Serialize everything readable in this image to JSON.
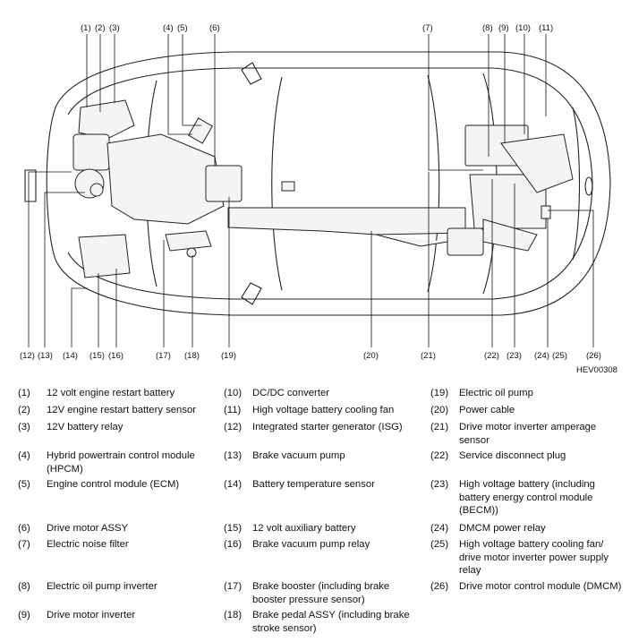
{
  "figure_code": "HEV00308",
  "callouts_top": [
    "(1)",
    "(2)",
    "(3)",
    "(4)",
    "(5)",
    "(6)",
    "(7)",
    "(8)",
    "(9)",
    "(10)",
    "(11)"
  ],
  "callouts_bottom": [
    "(12)",
    "(13)",
    "(14)",
    "(15)",
    "(16)",
    "(17)",
    "(18)",
    "(19)",
    "(20)",
    "(21)",
    "(22)",
    "(23)",
    "(24)",
    "(25)",
    "(26)"
  ],
  "legend": [
    {
      "num": "(1)",
      "text": "12 volt engine restart battery"
    },
    {
      "num": "(2)",
      "text": "12V engine restart battery sensor"
    },
    {
      "num": "(3)",
      "text": "12V battery relay"
    },
    {
      "num": "(4)",
      "text": "Hybrid powertrain control module (HPCM)"
    },
    {
      "num": "(5)",
      "text": "Engine control module (ECM)"
    },
    {
      "num": "(6)",
      "text": "Drive motor ASSY"
    },
    {
      "num": "(7)",
      "text": "Electric noise filter"
    },
    {
      "num": "(8)",
      "text": "Electric oil pump inverter"
    },
    {
      "num": "(9)",
      "text": "Drive motor inverter"
    },
    {
      "num": "(10)",
      "text": "DC/DC converter"
    },
    {
      "num": "(11)",
      "text": "High voltage battery cooling fan"
    },
    {
      "num": "(12)",
      "text": "Integrated starter generator (ISG)"
    },
    {
      "num": "(13)",
      "text": "Brake vacuum pump"
    },
    {
      "num": "(14)",
      "text": "Battery temperature sensor"
    },
    {
      "num": "(15)",
      "text": "12 volt auxiliary battery"
    },
    {
      "num": "(16)",
      "text": "Brake vacuum pump relay"
    },
    {
      "num": "(17)",
      "text": "Brake booster (including brake booster pressure sensor)"
    },
    {
      "num": "(18)",
      "text": "Brake pedal ASSY (including brake stroke sensor)"
    },
    {
      "num": "(19)",
      "text": "Electric oil pump"
    },
    {
      "num": "(20)",
      "text": "Power cable"
    },
    {
      "num": "(21)",
      "text": "Drive motor inverter amperage sensor"
    },
    {
      "num": "(22)",
      "text": "Service disconnect plug"
    },
    {
      "num": "(23)",
      "text": "High voltage battery (including battery energy control module (BECM))"
    },
    {
      "num": "(24)",
      "text": "DMCM power relay"
    },
    {
      "num": "(25)",
      "text": "High voltage battery cooling fan/ drive motor inverter power supply relay"
    },
    {
      "num": "(26)",
      "text": "Drive motor control module (DMCM)"
    }
  ]
}
